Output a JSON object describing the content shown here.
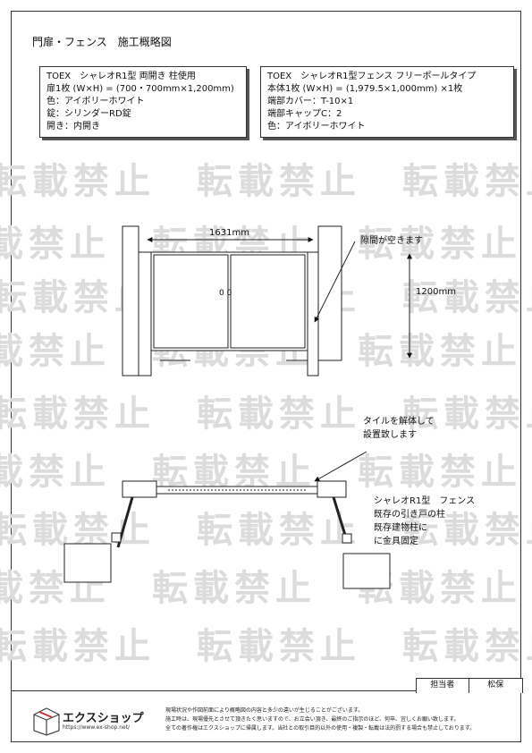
{
  "title": "門扉・フェンス　施工概略図",
  "watermark_text": "転載禁止",
  "left_spec": [
    "TOEX　シャレオR1型 両開き 柱使用",
    "扉1枚 (W×H) = (700・700mm×1,200mm)",
    "色：アイボリーホワイト",
    "錠：シリンダーRD錠",
    "開き：内開き"
  ],
  "right_spec": [
    "TOEX　シャレオR1型フェンス フリーポールタイプ",
    "本体1枚 (W×H) = (1,979.5×1,000mm) ×1枚",
    "端部カバー：T-10×1",
    "端部キャップC：2",
    "色：アイボリーホワイト"
  ],
  "elevation": {
    "width_label": "1631mm",
    "height_label": "1200mm",
    "gap_note": "隙間が空きます",
    "center_mark": "0 0"
  },
  "plan": {
    "tile_note_line1": "タイルを解体して",
    "tile_note_line2": "設置致します",
    "fence_note": [
      "シャレオR1型　フェンス",
      "既存の引き戸の柱",
      "既存建物柱に",
      "に金具固定"
    ]
  },
  "footer": {
    "person_label": "担当者",
    "person_name": "松保",
    "logo_text": "エクスショップ",
    "logo_url": "https://www.ex-shop.net/",
    "notes": [
      "現場状況や作図前面により概略図の内容と多少の違いが生じることがございます。",
      "施工時は、現場優先とさせて頂きたく思いますので、お立会い頂き、最終のご指示のほど、何卒、宜しくお願い致します。",
      "全ての著作権はエクスショップに帰属します。当社との取引目的以外の使用・複製・転載は法的罰する場合も禁止しております。"
    ]
  }
}
